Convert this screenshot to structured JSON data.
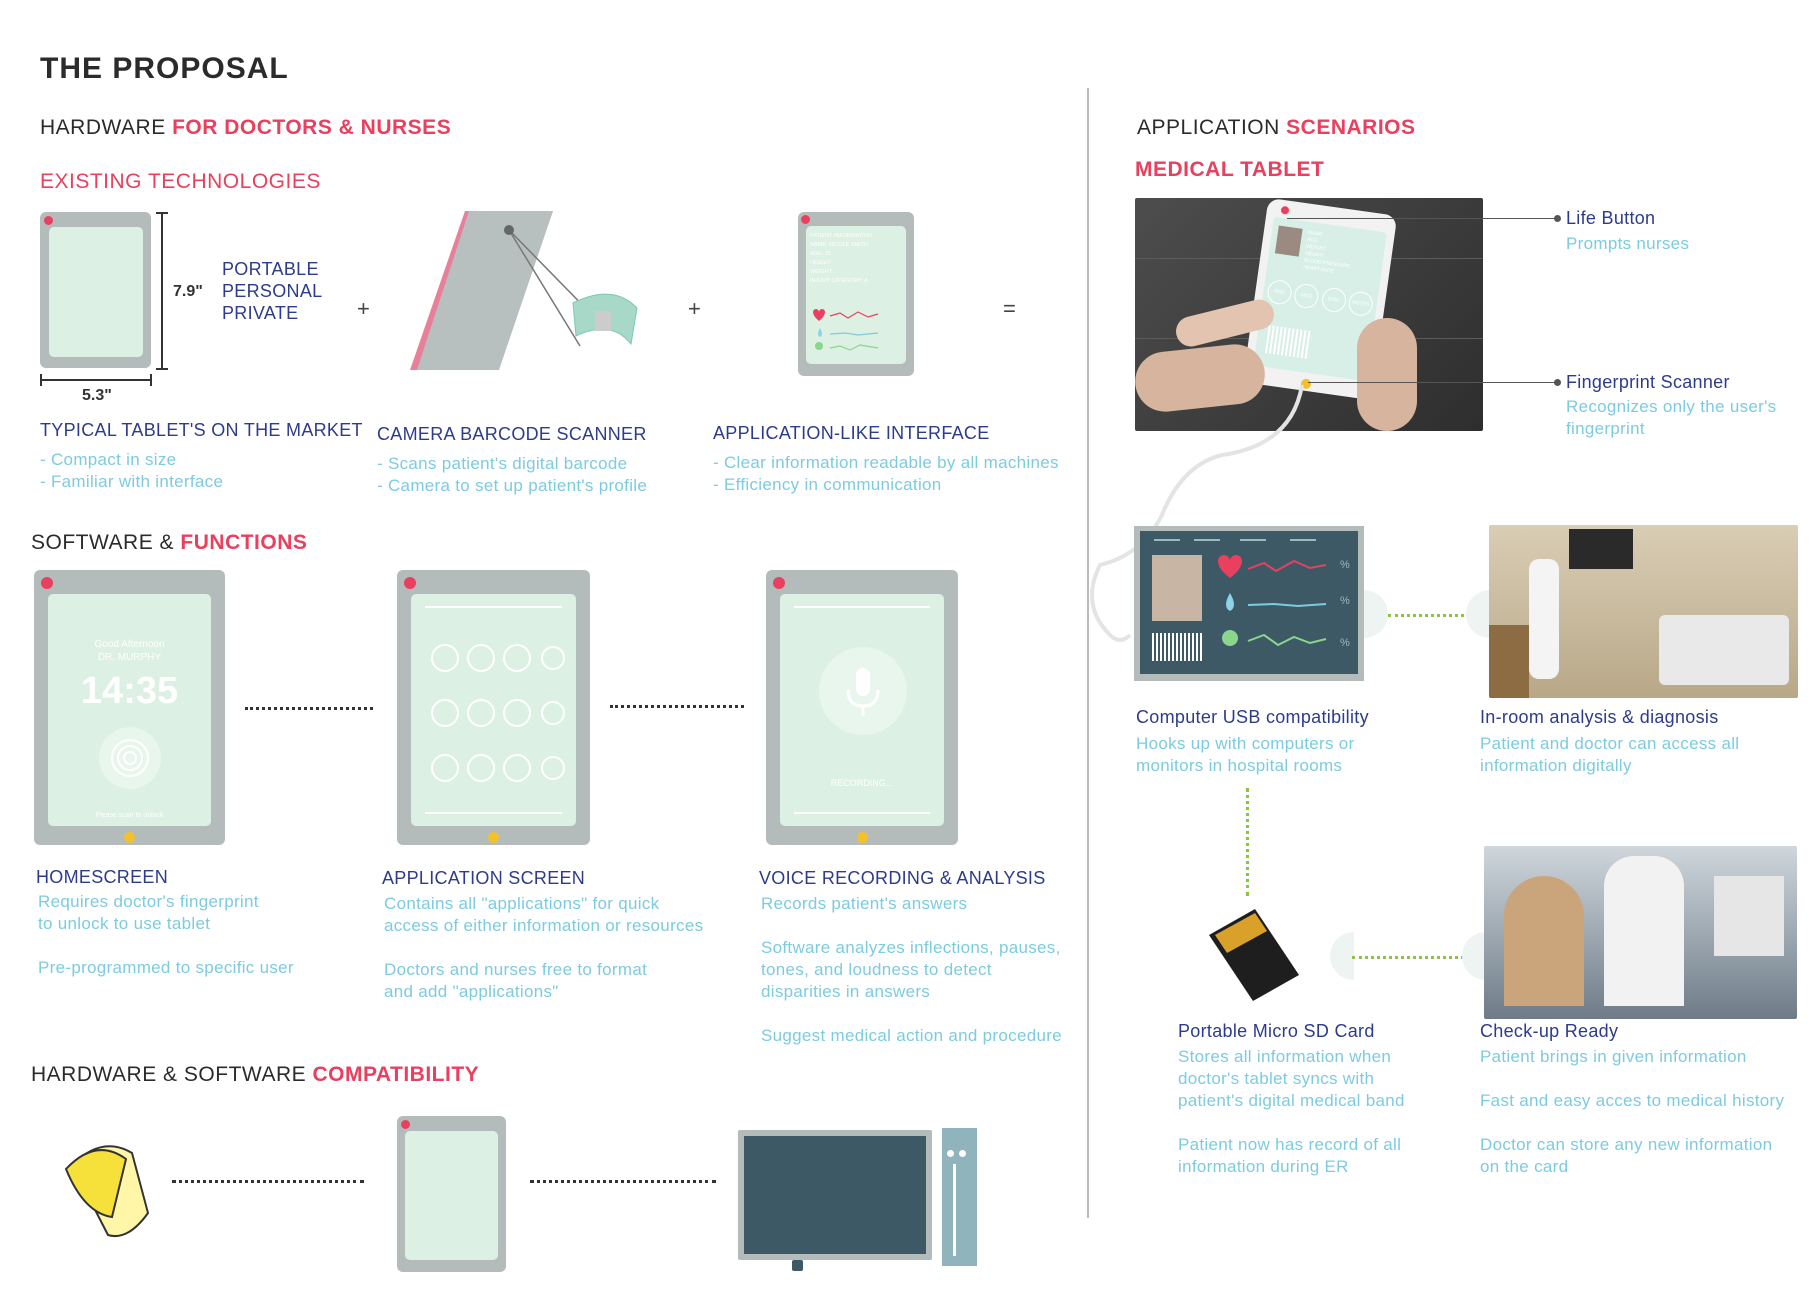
{
  "title": "THE PROPOSAL",
  "hardware": {
    "heading_a": "HARDWARE ",
    "heading_b": "FOR DOCTORS & NURSES",
    "existing": "EXISTING TECHNOLOGIES",
    "tablet": {
      "height": "7.9\"",
      "width": "5.3\"",
      "tags": [
        "PORTABLE",
        "PERSONAL",
        "PRIVATE"
      ],
      "caption": "TYPICAL TABLET'S ON THE MARKET",
      "desc": [
        "- Compact in size",
        "- Familiar with interface"
      ]
    },
    "scanner": {
      "caption": "CAMERA BARCODE SCANNER",
      "desc": [
        "- Scans patient's digital barcode",
        "- Camera to set up patient's profile"
      ]
    },
    "interface": {
      "caption": "APPLICATION-LIKE INTERFACE",
      "desc": [
        "- Clear information readable by all machines",
        "- Efficiency in communication"
      ],
      "screen_lines": [
        "PATIENT INFORMATION",
        "NAME: NICOLE SMITH",
        "AGE: 35",
        "HEIGHT:",
        "WEIGHT:",
        "INJURY CATEGORY: A"
      ]
    },
    "plus": "+",
    "equals": "="
  },
  "software": {
    "heading_a": "SOFTWARE & ",
    "heading_b": "FUNCTIONS",
    "home": {
      "greeting": "Good Afternoon",
      "user": "DR. MURPHY",
      "time": "14:35",
      "hint": "Please scan to unlock",
      "caption": "HOMESCREEN",
      "desc": [
        "Requires doctor's fingerprint",
        "to unlock to use tablet",
        "",
        "Pre-programmed to specific user"
      ]
    },
    "apps": {
      "caption": "APPLICATION SCREEN",
      "desc": [
        "Contains all \"applications\" for quick",
        "access of either information or resources",
        "",
        "Doctors and nurses free to format",
        "and add \"applications\""
      ]
    },
    "voice": {
      "status": "RECORDING...",
      "caption": "VOICE RECORDING & ANALYSIS",
      "desc": [
        "Records patient's answers",
        "",
        "Software analyzes inflections, pauses,",
        "tones, and loudness to detect",
        "disparities in answers",
        "",
        "Suggest medical action and procedure"
      ]
    }
  },
  "compat": {
    "heading_a": "HARDWARE & SOFTWARE ",
    "heading_b": "COMPATIBILITY"
  },
  "scenarios": {
    "heading_a": "APPLICATION ",
    "heading_b": "SCENARIOS",
    "medical": "MEDICAL TABLET",
    "tablet_buttons": [
      "RAD",
      "MED",
      "DISC",
      "NOTES"
    ],
    "tablet_fields": [
      "NAME",
      "AGE",
      "WEIGHT",
      "HEIGHT",
      "BLOOD PRESSURE",
      "HEART RATE"
    ],
    "life": {
      "title": "Life Button",
      "desc": "Prompts nurses"
    },
    "finger": {
      "title": "Fingerprint Scanner",
      "desc": [
        "Recognizes only the user's",
        "fingerprint"
      ]
    },
    "usb": {
      "title": "Computer USB compatibility",
      "desc": [
        "Hooks up with computers or",
        "monitors in hospital rooms"
      ],
      "percent": "%"
    },
    "inroom": {
      "title": "In-room analysis & diagnosis",
      "desc": [
        "Patient and doctor can access all",
        "information digitally"
      ]
    },
    "sd": {
      "title": "Portable Micro SD Card",
      "desc": [
        "Stores all information when",
        "doctor's tablet syncs with",
        "patient's digital medical band",
        "",
        "Patient now has record of all",
        "information during ER"
      ]
    },
    "checkup": {
      "title": "Check-up Ready",
      "desc": [
        "Patient brings in given information",
        "",
        "Fast and easy acces to medical history",
        "",
        "Doctor can store any new information",
        "on the card"
      ]
    }
  },
  "colors": {
    "accent": "#e8405e",
    "caption": "#2d3b8c",
    "desc": "#7ccbe0",
    "tablet": "#b4bcbb",
    "screen": "#dcf0e3",
    "monitor": "#3d5966"
  }
}
